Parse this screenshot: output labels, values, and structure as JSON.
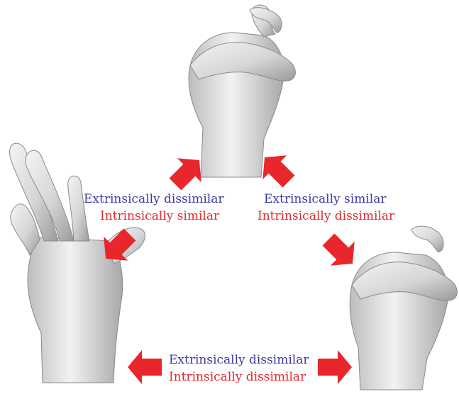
{
  "colors": {
    "extrinsic": "#3a3aa0",
    "intrinsic": "#e0282d",
    "arrow": "#e8262b",
    "skin_light": "#eeeeee",
    "skin_mid": "#c9c9c9",
    "skin_dark": "#8e8e8e"
  },
  "labels": {
    "left": {
      "extrinsic": "Extrinsically dissimilar",
      "intrinsic": "Intrinsically similar"
    },
    "right": {
      "extrinsic": "Extrinsically similar",
      "intrinsic": "Intrinsically dissimilar"
    },
    "bottom": {
      "extrinsic": "Extrinsically dissimilar",
      "intrinsic": "Intrinsically dissimilar"
    }
  },
  "icons": [
    "fist-hand-icon",
    "open-hand-icon",
    "arrow-icon"
  ]
}
